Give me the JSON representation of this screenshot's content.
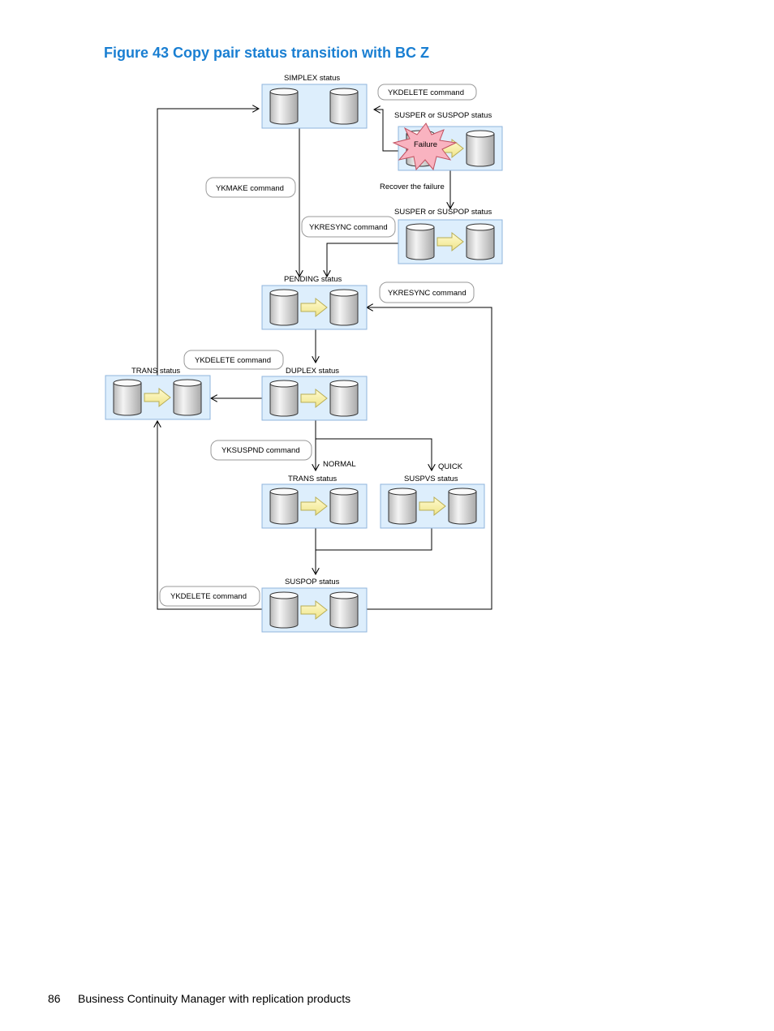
{
  "figure": {
    "title": "Figure 43 Copy pair status transition with BC Z"
  },
  "states": {
    "simplex": "SIMPLEX status",
    "susper_failure": "SUSPER or SUSPOP status",
    "susper_recovered": "SUSPER or SUSPOP status",
    "pending": "PENDING status",
    "duplex": "DUPLEX status",
    "trans_left": "TRANS status",
    "trans_mid": "TRANS status",
    "suspvs": "SUSPVS status",
    "suspop": "SUSPOP status"
  },
  "commands": {
    "ykdelete_top": "YKDELETE command",
    "ykmake": "YKMAKE command",
    "ykresync_left": "YKRESYNC command",
    "ykresync_right": "YKRESYNC command",
    "ykdelete_mid": "YKDELETE command",
    "yksuspnd": "YKSUSPND command",
    "ykdelete_bottom": "YKDELETE command"
  },
  "labels": {
    "failure": "Failure",
    "recover": "Recover the failure",
    "normal": "NORMAL",
    "quick": "QUICK"
  },
  "footer": {
    "page_number": "86",
    "book_title": "Business Continuity Manager with replication products"
  }
}
